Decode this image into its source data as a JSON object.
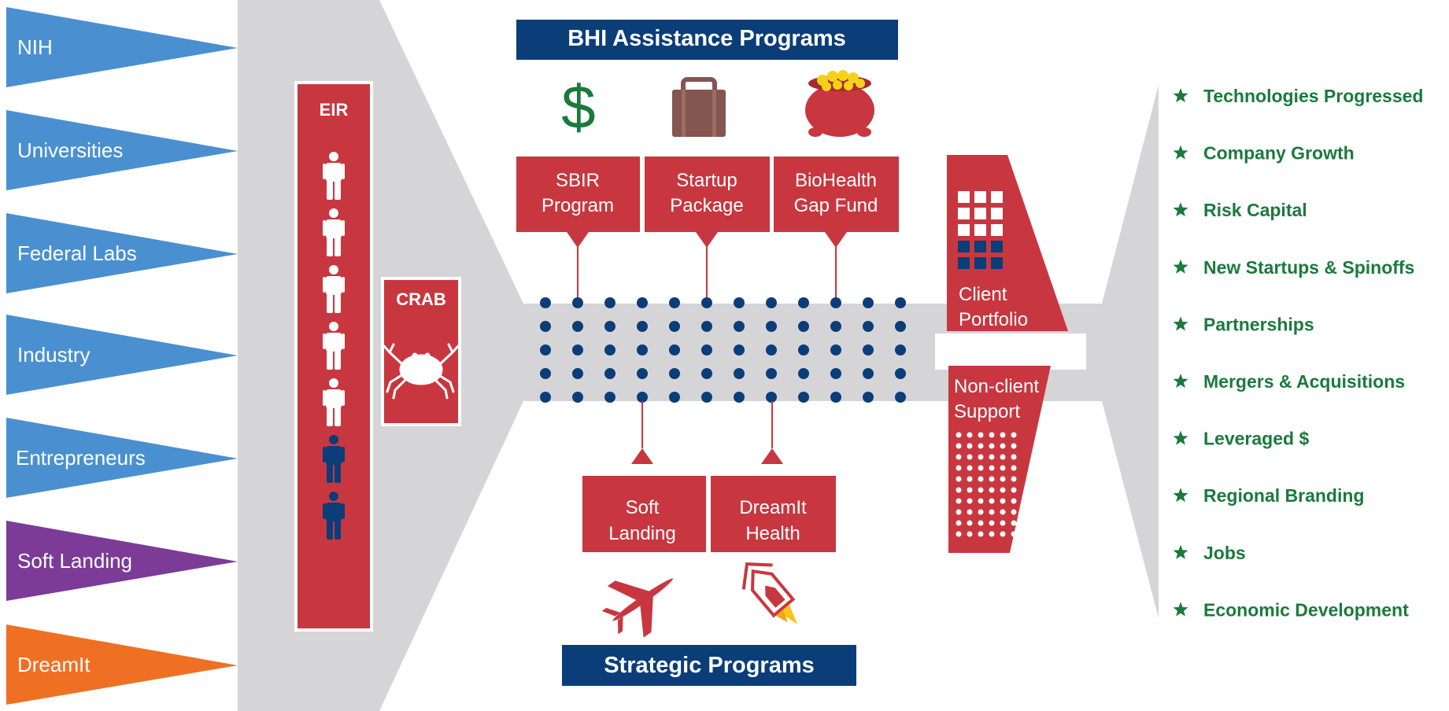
{
  "sources": [
    {
      "label": "NIH",
      "color": "#4a90d0"
    },
    {
      "label": "Universities",
      "color": "#4a90d0"
    },
    {
      "label": "Federal Labs",
      "color": "#4a90d0"
    },
    {
      "label": "Industry",
      "color": "#4a90d0"
    },
    {
      "label": "Entrepreneurs",
      "color": "#4a90d0"
    },
    {
      "label": "Soft Landing",
      "color": "#7b3b97"
    },
    {
      "label": "DreamIt",
      "color": "#f07023"
    }
  ],
  "eir": {
    "label": "EIR",
    "people_light": 5,
    "people_dark": 2
  },
  "crab": {
    "label": "CRAB"
  },
  "assistance": {
    "title": "BHI Assistance Programs",
    "icons": [
      "dollar-icon",
      "briefcase-icon",
      "pot-of-gold-icon"
    ],
    "programs": [
      {
        "line1": "SBIR",
        "line2": "Program"
      },
      {
        "line1": "Startup",
        "line2": "Package"
      },
      {
        "line1": "BioHealth",
        "line2": "Gap Fund"
      }
    ]
  },
  "strategic": {
    "title": "Strategic Programs",
    "icons": [
      "airplane-icon",
      "rocket-icon"
    ],
    "programs": [
      {
        "line1": "Soft",
        "line2": "Landing"
      },
      {
        "line1": "DreamIt",
        "line2": "Health"
      }
    ]
  },
  "portfolio": {
    "client": {
      "line1": "Client",
      "line2": "Portfolio"
    },
    "nonclient": {
      "line1": "Non-client",
      "line2": "Support"
    }
  },
  "outcomes": [
    "Technologies Progressed",
    "Company Growth",
    "Risk Capital",
    "New Startups & Spinoffs",
    "Partnerships",
    "Mergers & Acquisitions",
    "Leveraged $",
    "Regional Branding",
    "Jobs",
    "Economic Development"
  ],
  "colors": {
    "red": "#c8373f",
    "navy": "#0b3d79",
    "grey": "#d5d5d7",
    "green": "#1a7a3c",
    "brown": "#845650"
  }
}
